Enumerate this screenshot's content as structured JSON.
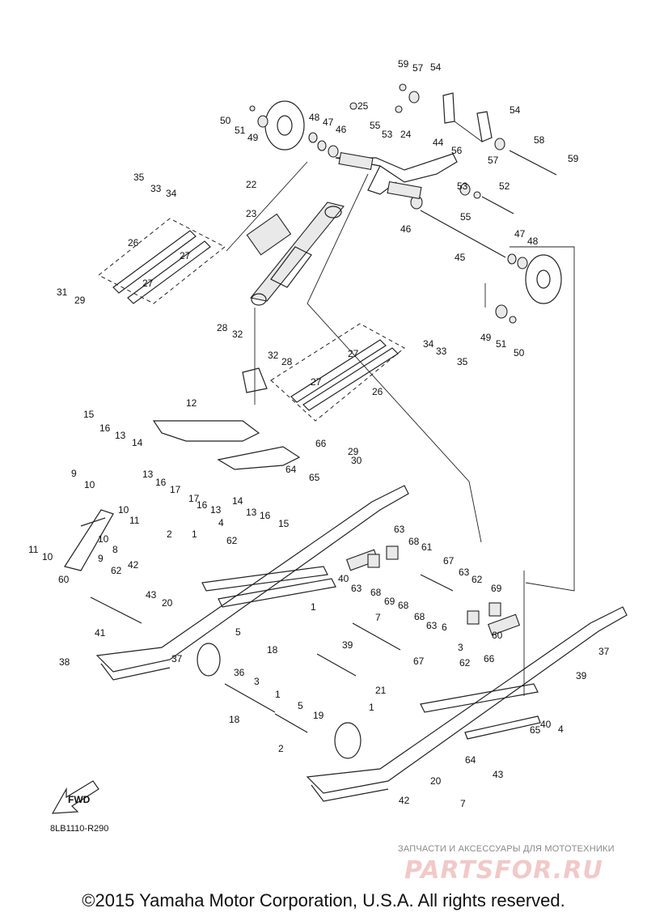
{
  "diagram_code": "8LB1110-R290",
  "fwd_label": "FWD",
  "watermark": {
    "line1": "ЗАПЧАСТИ И АКСЕССУАРЫ ДЛЯ МОТОТЕХНИКИ",
    "line2": "PARTSFOR.RU"
  },
  "copyright": "©2015 Yamaha Motor Corporation, U.S.A. All rights reserved.",
  "callouts": [
    "59",
    "57",
    "54",
    "25",
    "55",
    "53",
    "24",
    "50",
    "51",
    "49",
    "48",
    "47",
    "46",
    "44",
    "56",
    "54",
    "57",
    "58",
    "59",
    "35",
    "33",
    "34",
    "22",
    "23",
    "53",
    "52",
    "55",
    "46",
    "26",
    "27",
    "31",
    "29",
    "27",
    "47",
    "48",
    "45",
    "28",
    "32",
    "32",
    "28",
    "27",
    "34",
    "33",
    "35",
    "49",
    "51",
    "50",
    "27",
    "26",
    "12",
    "15",
    "16",
    "13",
    "14",
    "66",
    "13",
    "16",
    "17",
    "17",
    "16",
    "13",
    "14",
    "13",
    "16",
    "64",
    "65",
    "15",
    "29",
    "30",
    "9",
    "10",
    "10",
    "11",
    "11",
    "10",
    "10",
    "9",
    "8",
    "60",
    "4",
    "2",
    "1",
    "62",
    "63",
    "68",
    "61",
    "67",
    "40",
    "42",
    "43",
    "20",
    "62",
    "63",
    "68",
    "69",
    "68",
    "63",
    "62",
    "69",
    "68",
    "63",
    "6",
    "3",
    "41",
    "1",
    "7",
    "5",
    "38",
    "18",
    "39",
    "37",
    "36",
    "3",
    "1",
    "67",
    "62",
    "66",
    "60",
    "37",
    "39",
    "5",
    "19",
    "21",
    "18",
    "2",
    "1",
    "65",
    "64",
    "40",
    "4",
    "20",
    "43",
    "42",
    "7"
  ]
}
